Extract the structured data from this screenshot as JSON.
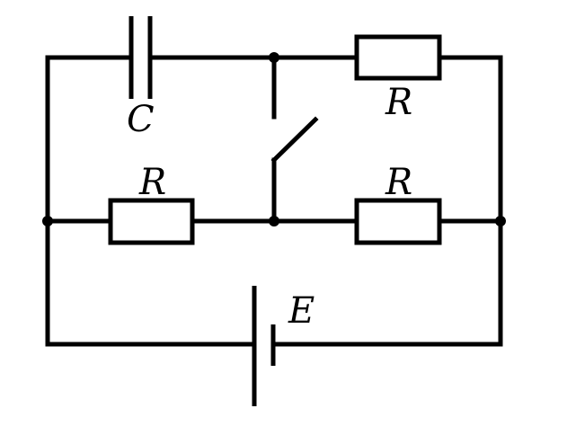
{
  "diagram": {
    "labels": {
      "capacitor": "C",
      "resistor_top_right": "R",
      "resistor_mid_left": "R",
      "resistor_mid_right": "R",
      "battery": "E"
    },
    "colors": {
      "stroke": "#000000",
      "background": "#ffffff"
    }
  }
}
